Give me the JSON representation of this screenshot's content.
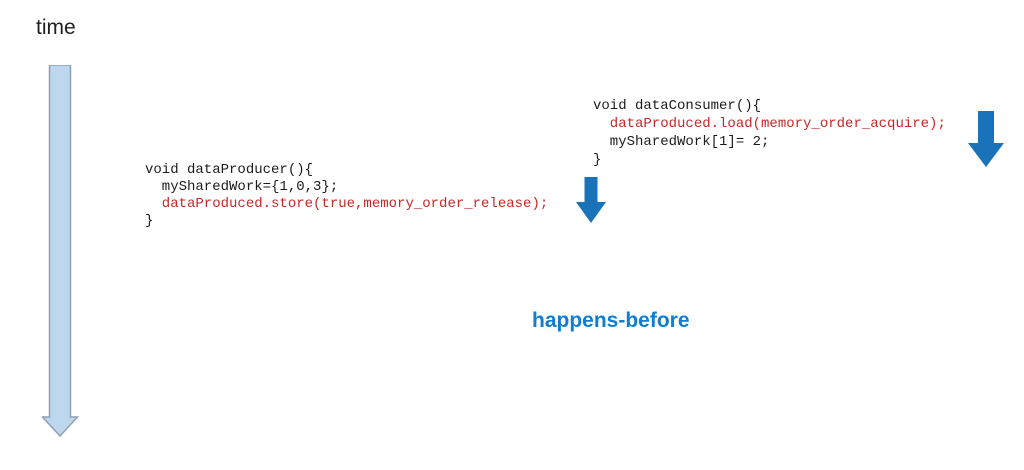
{
  "labels": {
    "time": "time",
    "happens_before": "happens-before"
  },
  "producer": {
    "lines": [
      {
        "text": "void dataProducer(){",
        "tone": "black"
      },
      {
        "text": "  mySharedWork={1,0,3};",
        "tone": "black"
      },
      {
        "text": "  dataProduced.store(true,memory_order_release);",
        "tone": "red"
      },
      {
        "text": "}",
        "tone": "black"
      }
    ]
  },
  "consumer": {
    "lines": [
      {
        "text": "void dataConsumer(){",
        "tone": "black"
      },
      {
        "text": "  dataProduced.load(memory_order_acquire);",
        "tone": "red"
      },
      {
        "text": "  mySharedWork[1]= 2;",
        "tone": "black"
      },
      {
        "text": "}",
        "tone": "black"
      }
    ]
  },
  "icons": {
    "time_arrow": "light-blue-down-arrow",
    "producer_sync_arrow": "solid-blue-down-arrow",
    "consumer_sync_arrow": "solid-blue-down-arrow"
  },
  "colors": {
    "code_text": "#1c1c1c",
    "code_highlight": "#c62828",
    "arrow_blue": "#1a73b8",
    "happens_blue": "#0f7dd1",
    "big_arrow_fill": "#bdd7ee",
    "big_arrow_stroke": "#90a0b4",
    "background": "#ffffff"
  }
}
